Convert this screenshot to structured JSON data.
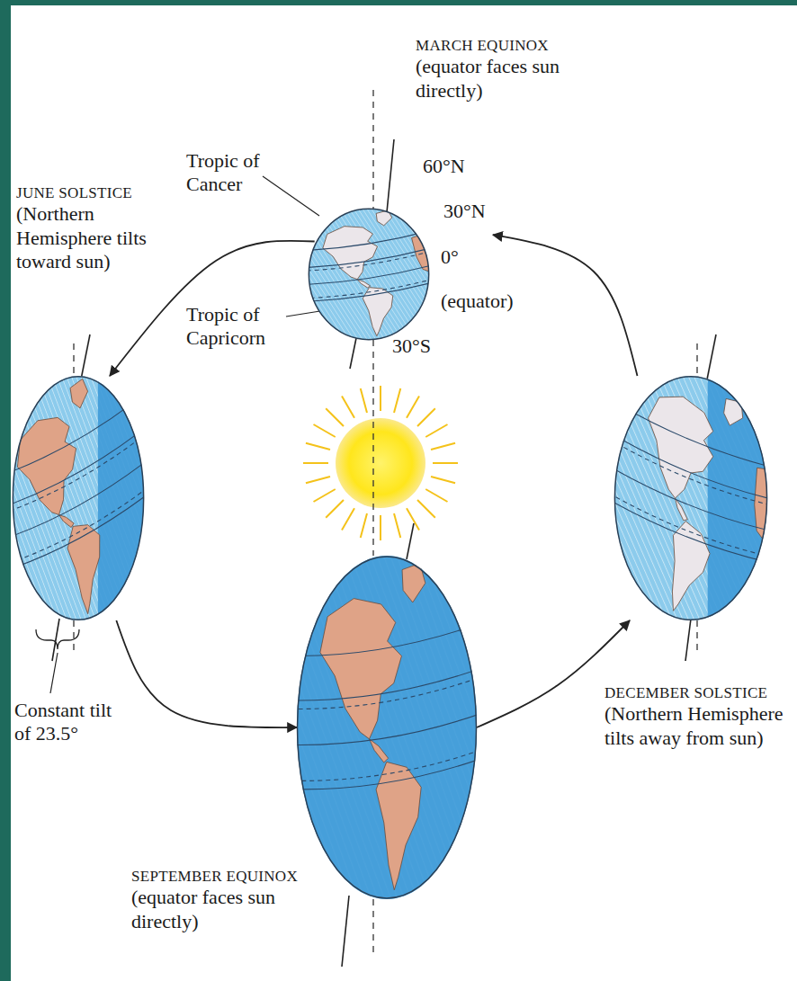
{
  "diagram": {
    "nodes": [
      {
        "text": [
          "MARCH EQUINOX",
          "(equator faces sun directly)"
        ]
      },
      {
        "text": [
          "JUNE SOLSTICE",
          "(Northern Hemisphere tilts toward sun)"
        ]
      },
      {
        "text": [
          "DECEMBER SOLSTICE",
          "(Northern Hemisphere tilts away from sun)"
        ]
      },
      {
        "text": [
          "SEPTEMBER EQUINOX",
          "(equator faces sun directly)"
        ]
      }
    ],
    "edges": [
      {
        "from": 0,
        "to": 1,
        "arrow": "to"
      },
      {
        "from": 1,
        "to": 3,
        "arrow": "to"
      },
      {
        "from": 3,
        "to": 2,
        "arrow": "to"
      },
      {
        "from": 2,
        "to": 0,
        "arrow": "to"
      }
    ],
    "labels": [
      "Tropic of Cancer",
      "Tropic of Capricorn",
      "60°N",
      "30°N",
      "0°",
      "(equator)",
      "30°S",
      "Constant tilt of 23.5°"
    ]
  }
}
